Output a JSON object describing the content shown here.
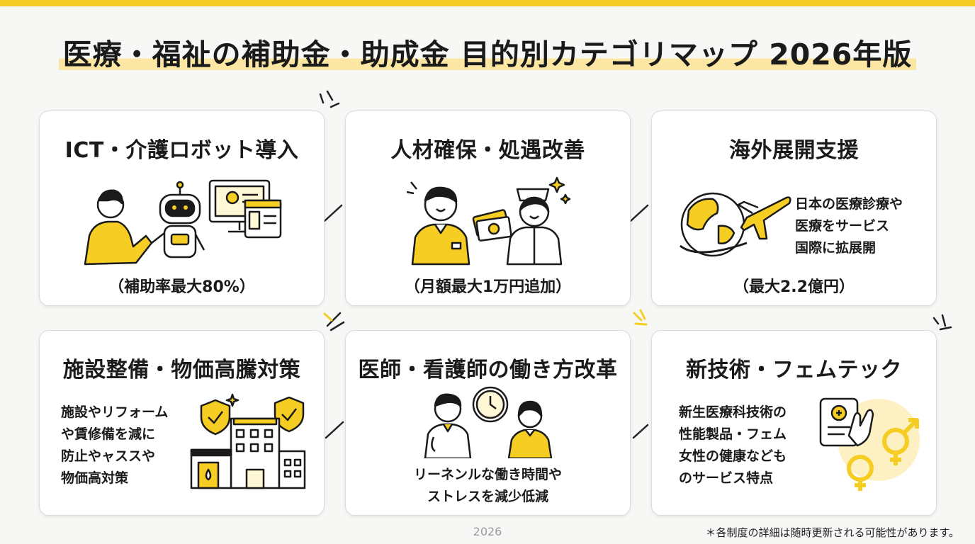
{
  "title": "医療・福祉の補助金・助成金 目的別カテゴリマップ 2026年版",
  "cards": [
    {
      "title": "ICT・介護ロボット導入",
      "note": "（補助率最大80%）",
      "icon": "person-robot-computer-icon"
    },
    {
      "title": "人材確保・処遇改善",
      "note": "（月額最大1万円追加）",
      "icon": "staff-money-icon"
    },
    {
      "title": "海外展開支援",
      "text": "日本の医療診療や\n医療をサービス\n国際に拡展開",
      "note": "（最大2.2億円）",
      "icon": "globe-airplane-icon"
    },
    {
      "title": "施設整備・物価高騰対策",
      "text": "施設やリフォーム\nや賃修備を減に\n防止やャススや\n物価高対策",
      "icon": "building-shield-icon"
    },
    {
      "title": "医師・看護師の働き方改革",
      "text": "リーネンルな働き時間や\nストレスを減少低減",
      "icon": "doctor-nurse-clock-icon"
    },
    {
      "title": "新技術・フェムテック",
      "text": "新生医療科技術の\n性能製品・フェム\n女性の健康なども\nのサービス特点",
      "icon": "tablet-gender-icon"
    }
  ],
  "footer": {
    "year": "2026",
    "note": "＊各制度の詳細は随時更新される可能性があります。"
  },
  "colors": {
    "accent": "#f6cd22",
    "highlight": "#fbe7a3",
    "ink": "#1a1a1a",
    "card_bg": "#ffffff"
  }
}
